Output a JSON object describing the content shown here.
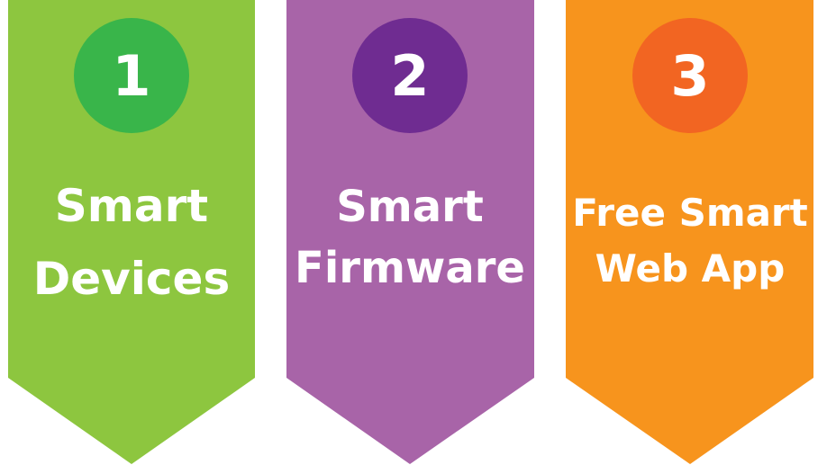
{
  "steps": [
    {
      "number": "1",
      "lines": [
        "Smart",
        "Devices"
      ],
      "color": "#8DC63F",
      "circle_color": "#39B54A"
    },
    {
      "number": "2",
      "lines": [
        "Smart",
        "Firmware"
      ],
      "color": "#A864A8",
      "circle_color": "#6F2C91"
    },
    {
      "number": "3",
      "lines": [
        "Free Smart",
        "Web App"
      ],
      "color": "#F7941D",
      "circle_color": "#F26522"
    }
  ]
}
